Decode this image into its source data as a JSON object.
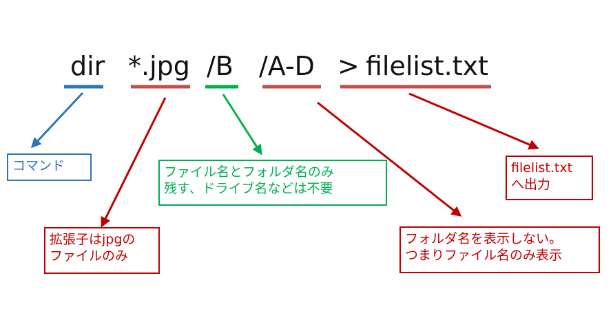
{
  "command": {
    "dir": "dir",
    "pattern": "*.jpg",
    "switch_b": "/B",
    "switch_ad": "/A-D",
    "redirect": ">",
    "output_file": "filelist.txt"
  },
  "annotations": {
    "command_label": "コマンド",
    "pattern_line1": "拡張子はjpgの",
    "pattern_line2": "ファイルのみ",
    "switch_b_line1": "ファイル名とフォルダ名のみ",
    "switch_b_line2": "残す、ドライブ名などは不要",
    "switch_ad_line1": "フォルダ名を表示しない。",
    "switch_ad_line2": "つまりファイル名のみ表示",
    "output_line1": "filelist.txt",
    "output_line2": "へ出力"
  },
  "colors": {
    "blue": "#2e75b6",
    "green": "#00b050",
    "red": "#c00000",
    "text": "#111111"
  }
}
